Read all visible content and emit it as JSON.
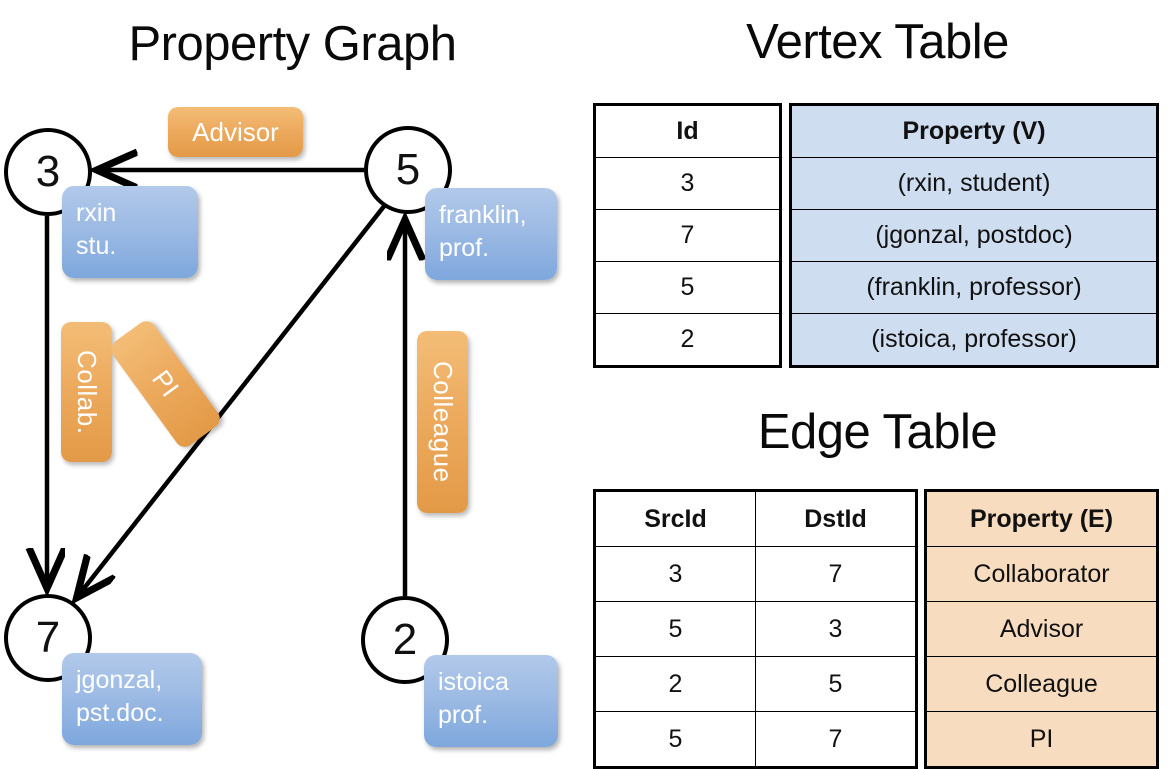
{
  "titles": {
    "property_graph": "Property Graph",
    "vertex_table": "Vertex Table",
    "edge_table": "Edge Table"
  },
  "colors": {
    "vertex_property_fill": "#cfddf0",
    "edge_property_fill": "#f7dcc0",
    "node_property_box": "#9dbbe4",
    "edge_label_box": "#eca95c",
    "stroke": "#000000",
    "background": "#ffffff"
  },
  "graph": {
    "nodes": [
      {
        "id": "3",
        "property_lines": [
          "rxin",
          "stu."
        ]
      },
      {
        "id": "5",
        "property_lines": [
          "franklin,",
          "prof."
        ]
      },
      {
        "id": "7",
        "property_lines": [
          "jgonzal,",
          "pst.doc."
        ]
      },
      {
        "id": "2",
        "property_lines": [
          "istoica",
          "prof."
        ]
      }
    ],
    "edge_labels": [
      {
        "name": "advisor",
        "text": "Advisor",
        "orientation": "horizontal"
      },
      {
        "name": "collab",
        "text": "Collab.",
        "orientation": "vertical"
      },
      {
        "name": "pi",
        "text": "PI",
        "orientation": "diagonal"
      },
      {
        "name": "colleague",
        "text": "Colleague",
        "orientation": "vertical"
      }
    ],
    "edges": [
      {
        "from": "5",
        "to": "3",
        "label": "Advisor"
      },
      {
        "from": "3",
        "to": "7",
        "label": "Collab."
      },
      {
        "from": "5",
        "to": "7",
        "label": "PI"
      },
      {
        "from": "2",
        "to": "5",
        "label": "Colleague"
      }
    ]
  },
  "vertex_table": {
    "headers": [
      "Id",
      "Property (V)"
    ],
    "rows": [
      {
        "id": "3",
        "property": "(rxin, student)"
      },
      {
        "id": "7",
        "property": "(jgonzal, postdoc)"
      },
      {
        "id": "5",
        "property": "(franklin, professor)"
      },
      {
        "id": "2",
        "property": "(istoica, professor)"
      }
    ]
  },
  "edge_table": {
    "headers": [
      "SrcId",
      "DstId",
      "Property (E)"
    ],
    "rows": [
      {
        "src": "3",
        "dst": "7",
        "property": "Collaborator"
      },
      {
        "src": "5",
        "dst": "3",
        "property": "Advisor"
      },
      {
        "src": "2",
        "dst": "5",
        "property": "Colleague"
      },
      {
        "src": "5",
        "dst": "7",
        "property": "PI"
      }
    ]
  }
}
